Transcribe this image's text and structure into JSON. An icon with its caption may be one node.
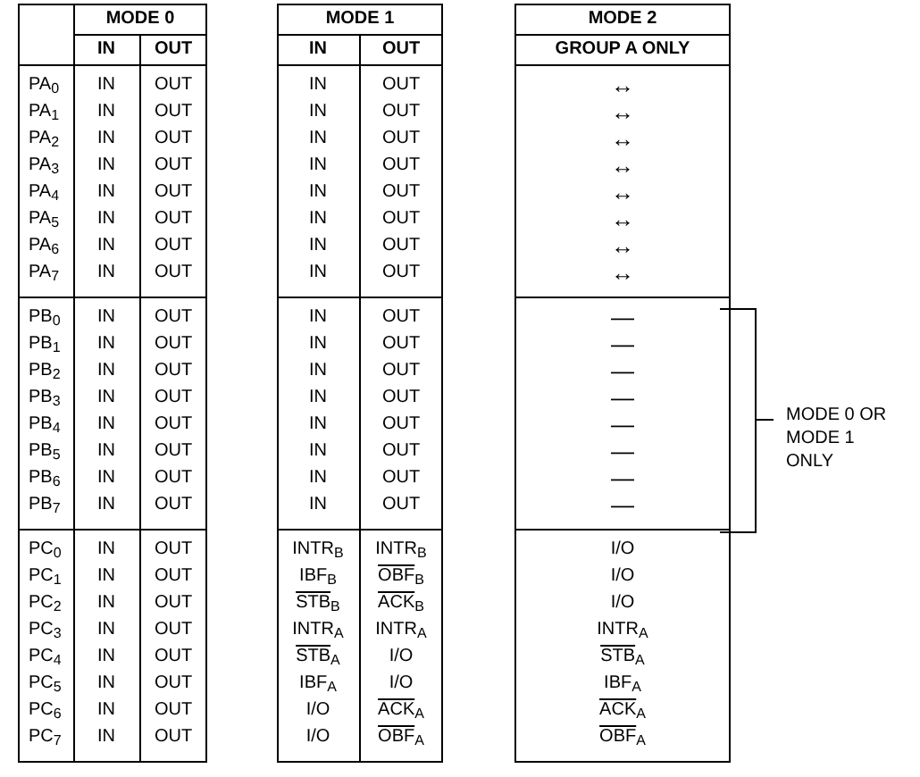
{
  "diagram": {
    "labels": [
      "MODE 0",
      "MODE 1",
      "MODE 2",
      "IN",
      "OUT",
      "IN",
      "OUT",
      "GROUP A ONLY",
      "PA$_{0}$",
      "IN",
      "OUT",
      "IN",
      "OUT",
      "↔",
      "PA$_{1}$",
      "IN",
      "OUT",
      "IN",
      "OUT",
      "↔",
      "PA$_{2}$",
      "IN",
      "OUT",
      "IN",
      "OUT",
      "↔",
      "PA$_{3}$",
      "IN",
      "OUT",
      "IN",
      "OUT",
      "↔",
      "PA$_{4}$",
      "IN",
      "OUT",
      "IN",
      "OUT",
      "↔",
      "PA$_{5}$",
      "IN",
      "OUT",
      "IN",
      "OUT",
      "↔",
      "PA$_{6}$",
      "IN",
      "OUT",
      "IN",
      "OUT",
      "↔",
      "PA$_{7}$",
      "IN",
      "OUT",
      "IN",
      "OUT",
      "↔",
      "PB$_{0}$",
      "IN",
      "OUT",
      "IN",
      "OUT",
      "—",
      "PB$_{1}$",
      "IN",
      "OUT",
      "IN",
      "OUT",
      "—",
      "PB$_{2}$",
      "IN",
      "OUT",
      "IN",
      "OUT",
      "—",
      "PB$_{3}$",
      "IN",
      "OUT",
      "IN",
      "OUT",
      "—",
      "PB$_{4}$",
      "IN",
      "OUT",
      "IN",
      "OUT",
      "—",
      "PB$_{5}$",
      "IN",
      "OUT",
      "IN",
      "OUT",
      "—",
      "PB$_{6}$",
      "IN",
      "OUT",
      "IN",
      "OUT",
      "—",
      "PB$_{7}$",
      "IN",
      "OUT",
      "IN",
      "OUT",
      "—",
      "PC$_{0}$",
      "IN",
      "OUT",
      "INTR$_{B}$",
      "INTR$_{B}$",
      "I/O",
      "PC$_{1}$",
      "IN",
      "OUT",
      "IBF$_{B}$",
      "OBF$_{B}$",
      "I/O",
      "PC$_{2}$",
      "IN",
      "OUT",
      "STB$_{B}$",
      "ACK$_{B}$",
      "I/O",
      "PC$_{3}$",
      "IN",
      "OUT",
      "INTR$_{A}$",
      "INTR$_{A}$",
      "INTR$_{A}$",
      "PC$_{4}$",
      "IN",
      "OUT",
      "STB$_{A}$",
      "I/O",
      "STB$_{A}$",
      "PC$_{5}$",
      "IN",
      "OUT",
      "IBF$_{A}$",
      "I/O",
      "IBF$_{A}$",
      "PC$_{6}$",
      "IN",
      "OUT",
      "I/O",
      "ACK$_{A}$",
      "ACK$_{A}$",
      "PC$_{7}$",
      "IN",
      "OUT",
      "I/O",
      "OBF$_{A}$",
      "OBF$_{A}$",
      "MODE 0 OR MODE 1 ONLY"
    ]
  }
}
